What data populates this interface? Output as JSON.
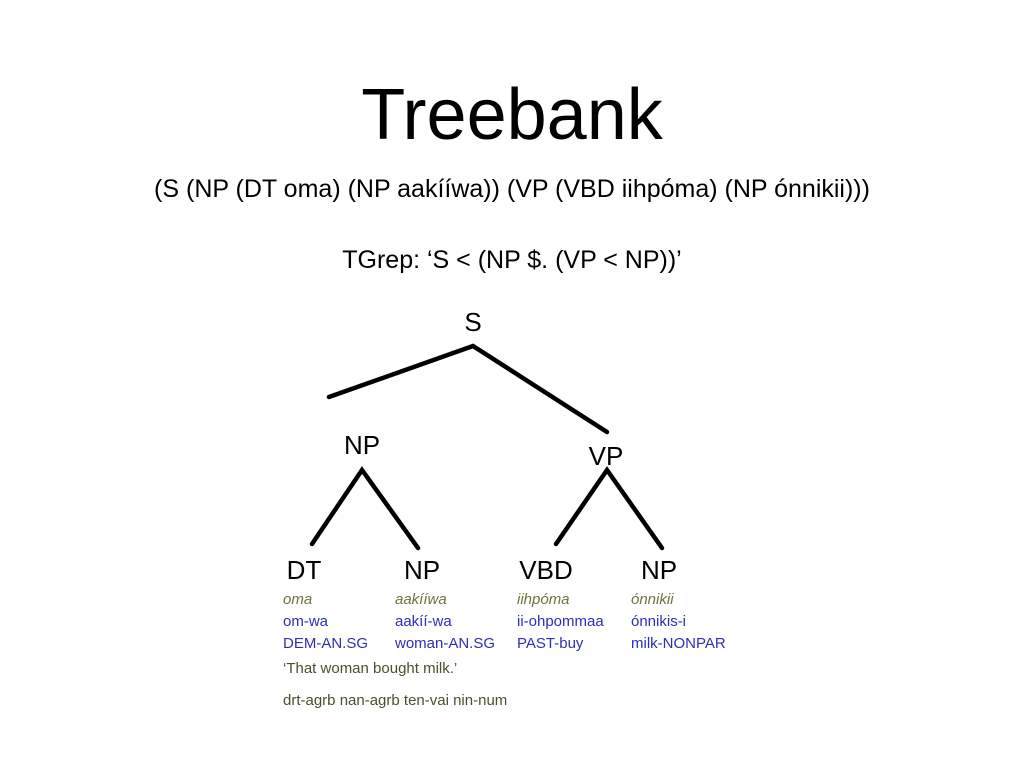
{
  "slide": {
    "title": "Treebank",
    "bracket_notation": "(S (NP (DT oma) (NP aakííwa)) (VP (VBD iihpóma) (NP ónnikii)))",
    "tgrep_query": "TGrep: ‘S < (NP $. (VP < NP))’",
    "background_color": "#ffffff",
    "text_color": "#000000"
  },
  "tree": {
    "line_color": "#000000",
    "nodes": {
      "root": "S",
      "np_subject": "NP",
      "vp": "VP",
      "dt": "DT",
      "np_object_of_subject": "NP",
      "vbd": "VBD",
      "np_object": "NP"
    }
  },
  "gloss": {
    "colors": {
      "surface": "#71713c",
      "morph": "#2d2dbe",
      "free": "#4e4e2c"
    },
    "rows": [
      {
        "name": "surface",
        "cells": [
          "oma",
          "aakííwa",
          "iihpóma",
          "ónnikii"
        ]
      },
      {
        "name": "morphemes",
        "cells": [
          "om-wa",
          "aakíí-wa",
          "ii-ohpommaa",
          "ónnikis-i"
        ]
      },
      {
        "name": "tags",
        "cells": [
          "DEM-AN.SG",
          "woman-AN.SG",
          "PAST-buy",
          "milk-NONPAR"
        ]
      }
    ],
    "free_translation": "‘That woman bought milk.’",
    "footer": "drt-agrb nan-agrb ten-vai nin-num"
  }
}
